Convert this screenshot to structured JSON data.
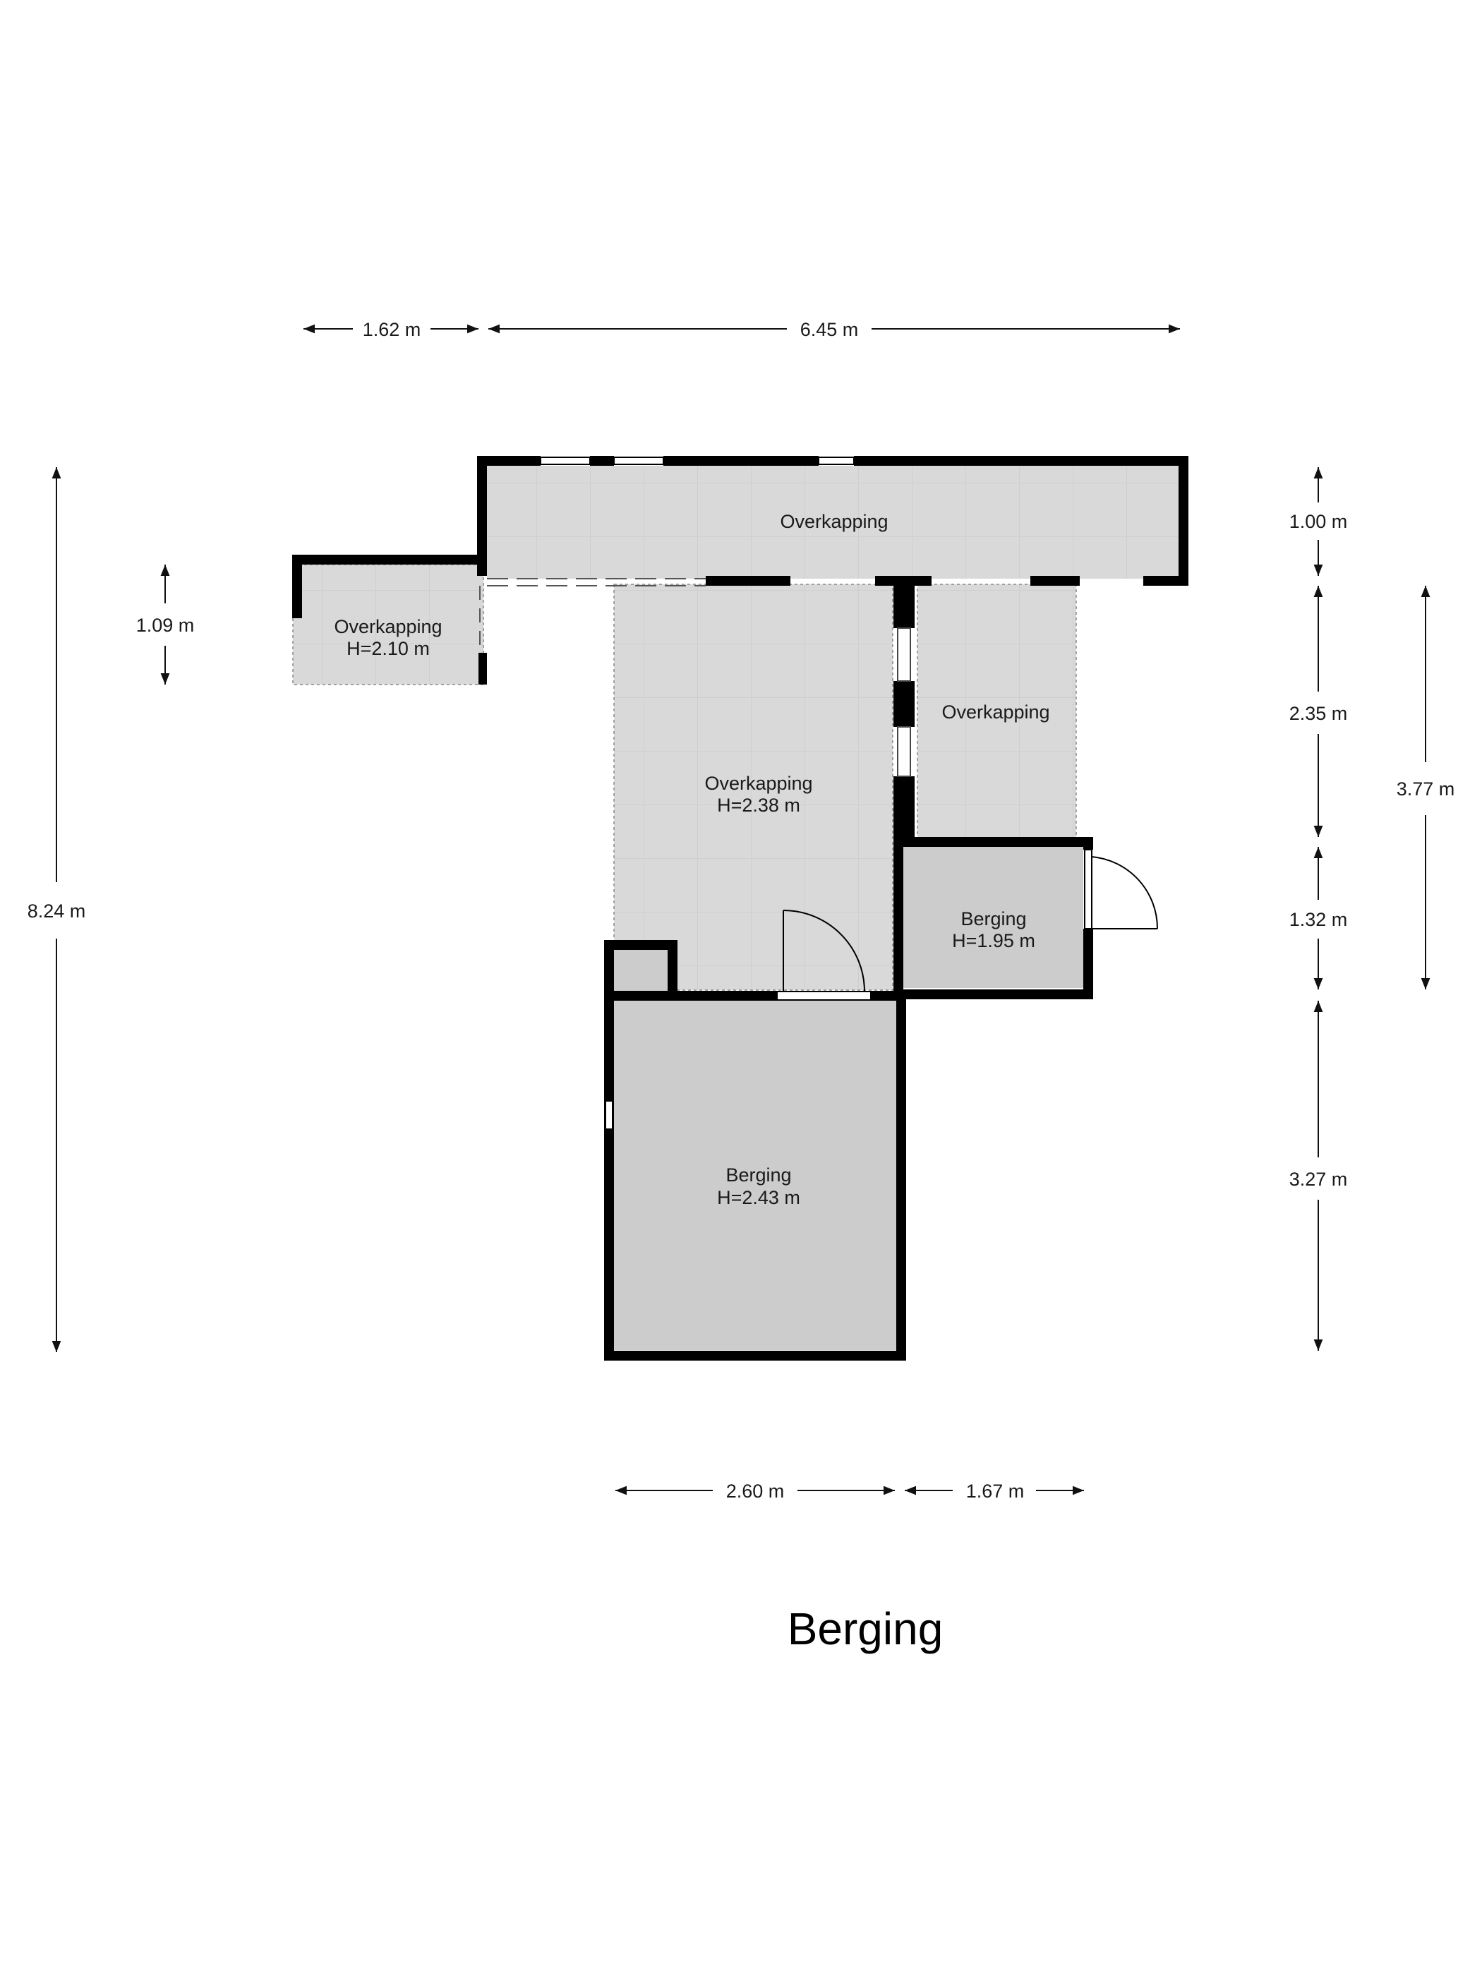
{
  "title": "Berging",
  "rooms": {
    "overkapping_top": {
      "name": "Overkapping",
      "height": ""
    },
    "overkapping_left": {
      "name": "Overkapping",
      "height": "H=2.10 m"
    },
    "overkapping_center": {
      "name": "Overkapping",
      "height": "H=2.38 m"
    },
    "overkapping_right": {
      "name": "Overkapping",
      "height": ""
    },
    "berging_small": {
      "name": "Berging",
      "height": "H=1.95 m"
    },
    "berging_large": {
      "name": "Berging",
      "height": "H=2.43 m"
    }
  },
  "dimensions": {
    "top_left": "1.62 m",
    "top_right": "6.45 m",
    "left_total": "8.24 m",
    "left_small": "1.09 m",
    "right_1": "1.00 m",
    "right_2": "2.35 m",
    "right_3": "1.32 m",
    "right_4": "3.27 m",
    "right_outer": "3.77 m",
    "bottom_left": "2.60 m",
    "bottom_right": "1.67 m"
  },
  "colors": {
    "wall": "#000000",
    "covered_floor": "#d9d9d9",
    "storage_floor": "#cccccc"
  }
}
